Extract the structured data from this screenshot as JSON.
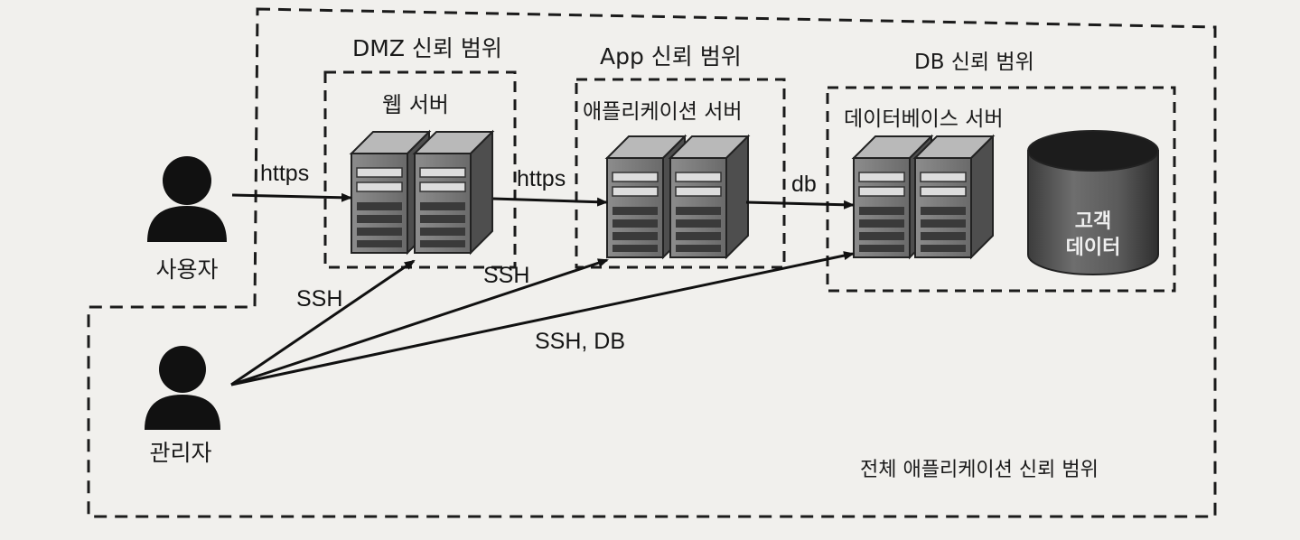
{
  "zones": {
    "dmz_label": "DMZ 신뢰 범위",
    "app_label": "App 신뢰 범위",
    "db_label": "DB 신뢰 범위",
    "overall_label": "전체 애플리케이션 신뢰 범위"
  },
  "nodes": {
    "web_server": "웹 서버",
    "app_server": "애플리케이션 서버",
    "db_server": "데이터베이스 서버",
    "customer_data_line1": "고객",
    "customer_data_line2": "데이터",
    "user": "사용자",
    "admin": "관리자"
  },
  "edges": {
    "user_to_web": "https",
    "web_to_app": "https",
    "app_to_db": "db",
    "admin_to_web": "SSH",
    "admin_to_app": "SSH",
    "admin_to_db": "SSH, DB"
  }
}
